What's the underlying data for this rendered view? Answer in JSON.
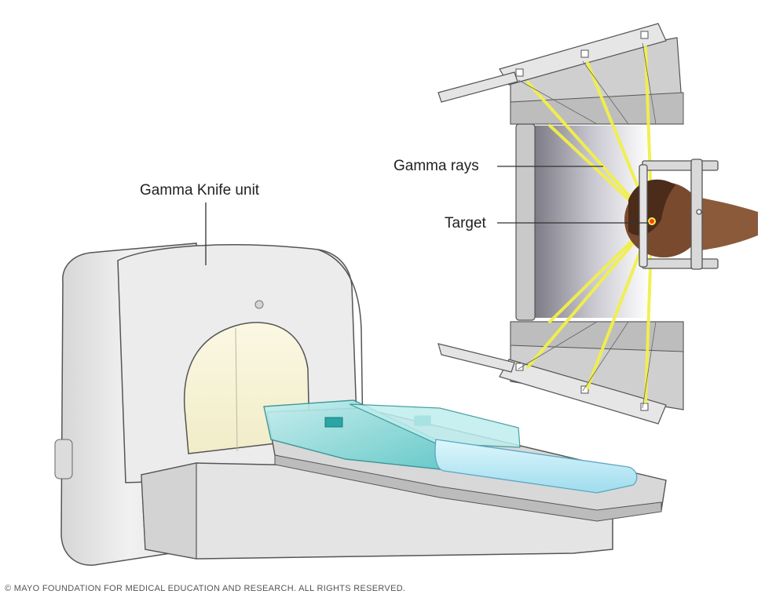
{
  "labels": {
    "gamma_knife_unit": "Gamma Knife unit",
    "gamma_rays": "Gamma rays",
    "target": "Target"
  },
  "copyright": "© MAYO FOUNDATION FOR MEDICAL EDUCATION AND RESEARCH. ALL RIGHTS RESERVED.",
  "colors": {
    "machine_body": "#e9e9e9",
    "machine_outline": "#555555",
    "couch_glass": "#9fe3e4",
    "mattress": "#bfeff8",
    "ray": "#f2f04a",
    "skin": "#7a4a2e",
    "hair": "#4b2c1a"
  }
}
